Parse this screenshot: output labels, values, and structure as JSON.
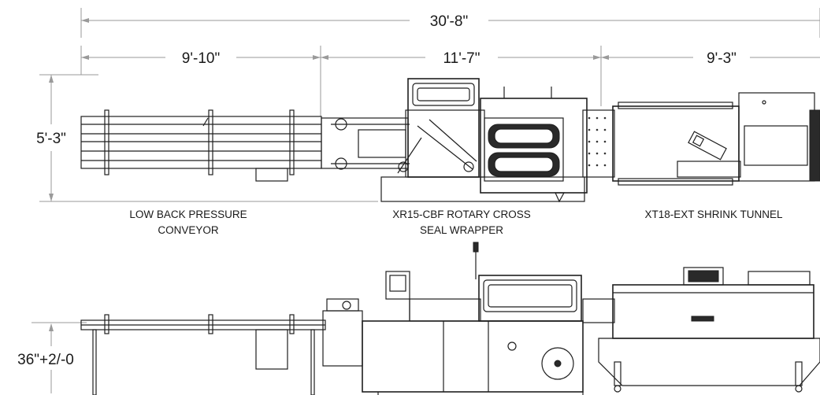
{
  "dimensions": {
    "overall_length": "30'-8\"",
    "conveyor_length": "9'-10\"",
    "wrapper_length": "11'-7\"",
    "tunnel_length": "9'-3\"",
    "plan_width": "5'-3\"",
    "infeed_height": "36\"+2/-0"
  },
  "labels": {
    "conveyor_line1": "LOW BACK PRESSURE",
    "conveyor_line2": "CONVEYOR",
    "wrapper_line1": "XR15-CBF ROTARY CROSS",
    "wrapper_line2": "SEAL WRAPPER",
    "tunnel": "XT18-EXT SHRINK TUNNEL"
  },
  "colors": {
    "line": "#1f1f1f",
    "dimension_line": "#9a9a9a",
    "background": "#ffffff"
  }
}
